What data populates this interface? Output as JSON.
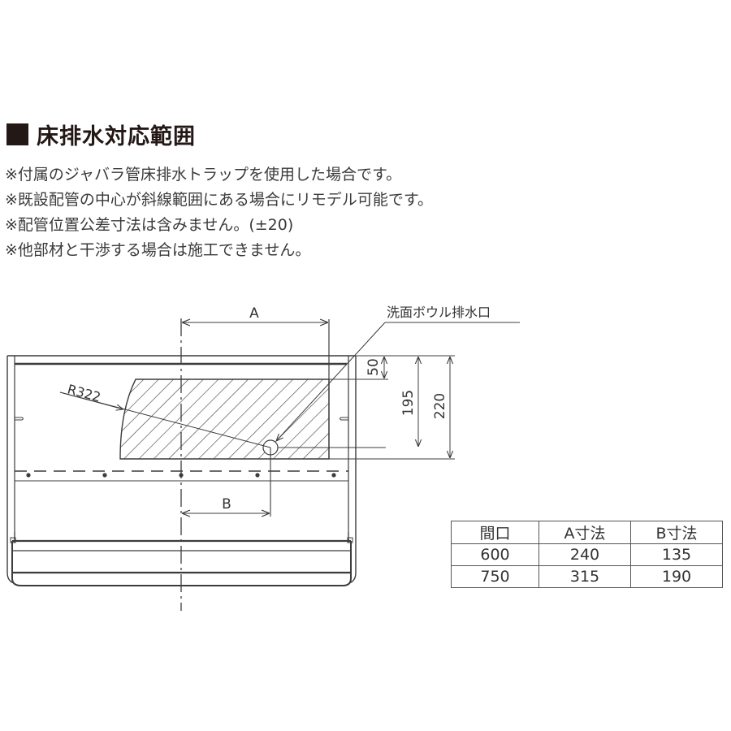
{
  "heading": {
    "title": "床排水対応範囲"
  },
  "notes": [
    "※付属のジャバラ管床排水トラップを使用した場合です。",
    "※既設配管の中心が斜線範囲にある場合にリモデル可能です。",
    "※配管位置公差寸法は含みません。(±20)",
    "※他部材と干渉する場合は施工できません。"
  ],
  "diagram": {
    "label_a": "A",
    "label_b": "B",
    "label_radius": "R322",
    "label_drain": "洗面ボウル排水口",
    "dim_50": "50",
    "dim_195": "195",
    "dim_220": "220",
    "colors": {
      "line": "#3c3c3c",
      "hatch": "#4a4a4a"
    }
  },
  "table": {
    "headers": [
      "間口",
      "A寸法",
      "B寸法"
    ],
    "rows": [
      [
        "600",
        "240",
        "135"
      ],
      [
        "750",
        "315",
        "190"
      ]
    ]
  }
}
